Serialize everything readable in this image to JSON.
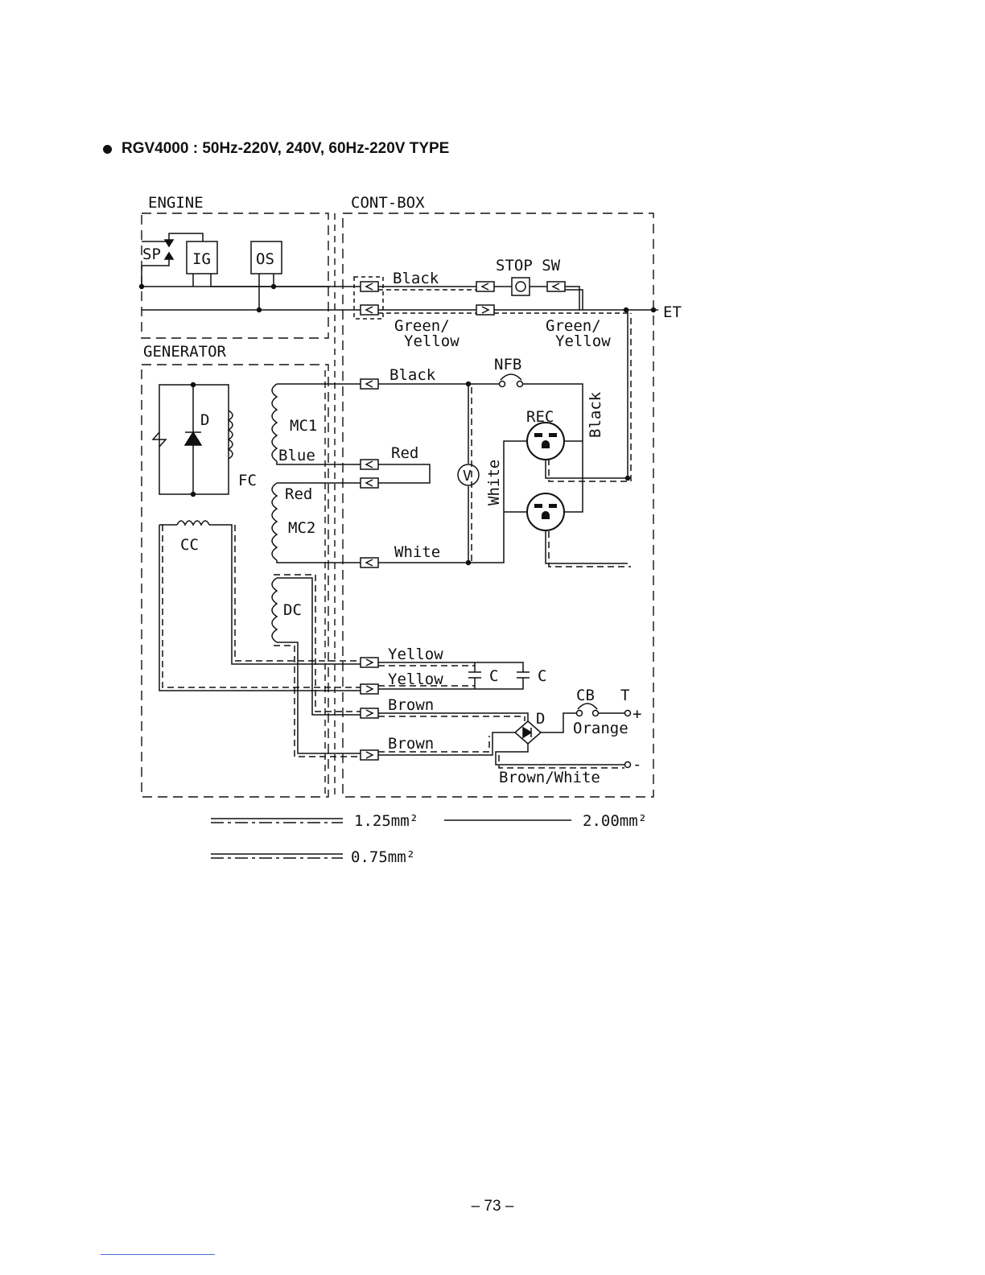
{
  "title": "RGV4000 : 50Hz-220V, 240V, 60Hz-220V TYPE",
  "sections": {
    "engine": "ENGINE",
    "cont_box": "CONT-BOX",
    "generator": "GENERATOR"
  },
  "components": {
    "sp": "SP",
    "ig": "IG",
    "os": "OS",
    "stop_sw": "STOP SW",
    "et": "ET",
    "nfb": "NFB",
    "rec": "REC",
    "d": "D",
    "fc": "FC",
    "mc1": "MC1",
    "mc2": "MC2",
    "cc": "CC",
    "dc": "DC",
    "c1": "C",
    "c2": "C",
    "cb": "CB",
    "t": "T",
    "d_rect": "D",
    "voltmeter": "V",
    "plus": "+",
    "minus": "-"
  },
  "wires": {
    "black_top": "Black",
    "green_yellow_1a": "Green/",
    "green_yellow_1b": "Yellow",
    "green_yellow_2a": "Green/",
    "green_yellow_2b": "Yellow",
    "black_nfb": "Black",
    "black_vertical": "Black",
    "blue": "Blue",
    "red_1": "Red",
    "red_2": "Red",
    "white_h": "White",
    "white_v": "White",
    "yellow_1": "Yellow",
    "yellow_2": "Yellow",
    "brown_1": "Brown",
    "brown_2": "Brown",
    "orange": "Orange",
    "brown_white": "Brown/White"
  },
  "legend": {
    "gauge_1": "1.25mm²",
    "gauge_2": "2.00mm²",
    "gauge_3": "0.75mm²"
  },
  "page_number": "– 73 –"
}
